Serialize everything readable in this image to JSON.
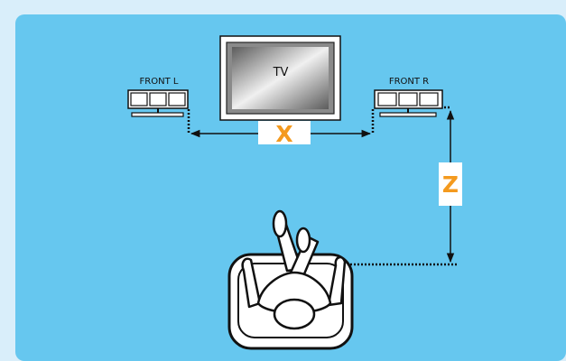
{
  "colors": {
    "outer_background": "#d9eefa",
    "panel": "#66c7ef",
    "accent": "#f49a1e",
    "line": "#111111",
    "furniture": "#ffffff"
  },
  "icons": [
    "television-icon",
    "speaker-icon",
    "armchair-icon",
    "listener-icon",
    "double-arrow-icon"
  ],
  "diagram": {
    "tv_label": "TV",
    "front_left_label": "FRONT L",
    "front_right_label": "FRONT R",
    "dimension_x_label": "X",
    "dimension_z_label": "Z"
  }
}
